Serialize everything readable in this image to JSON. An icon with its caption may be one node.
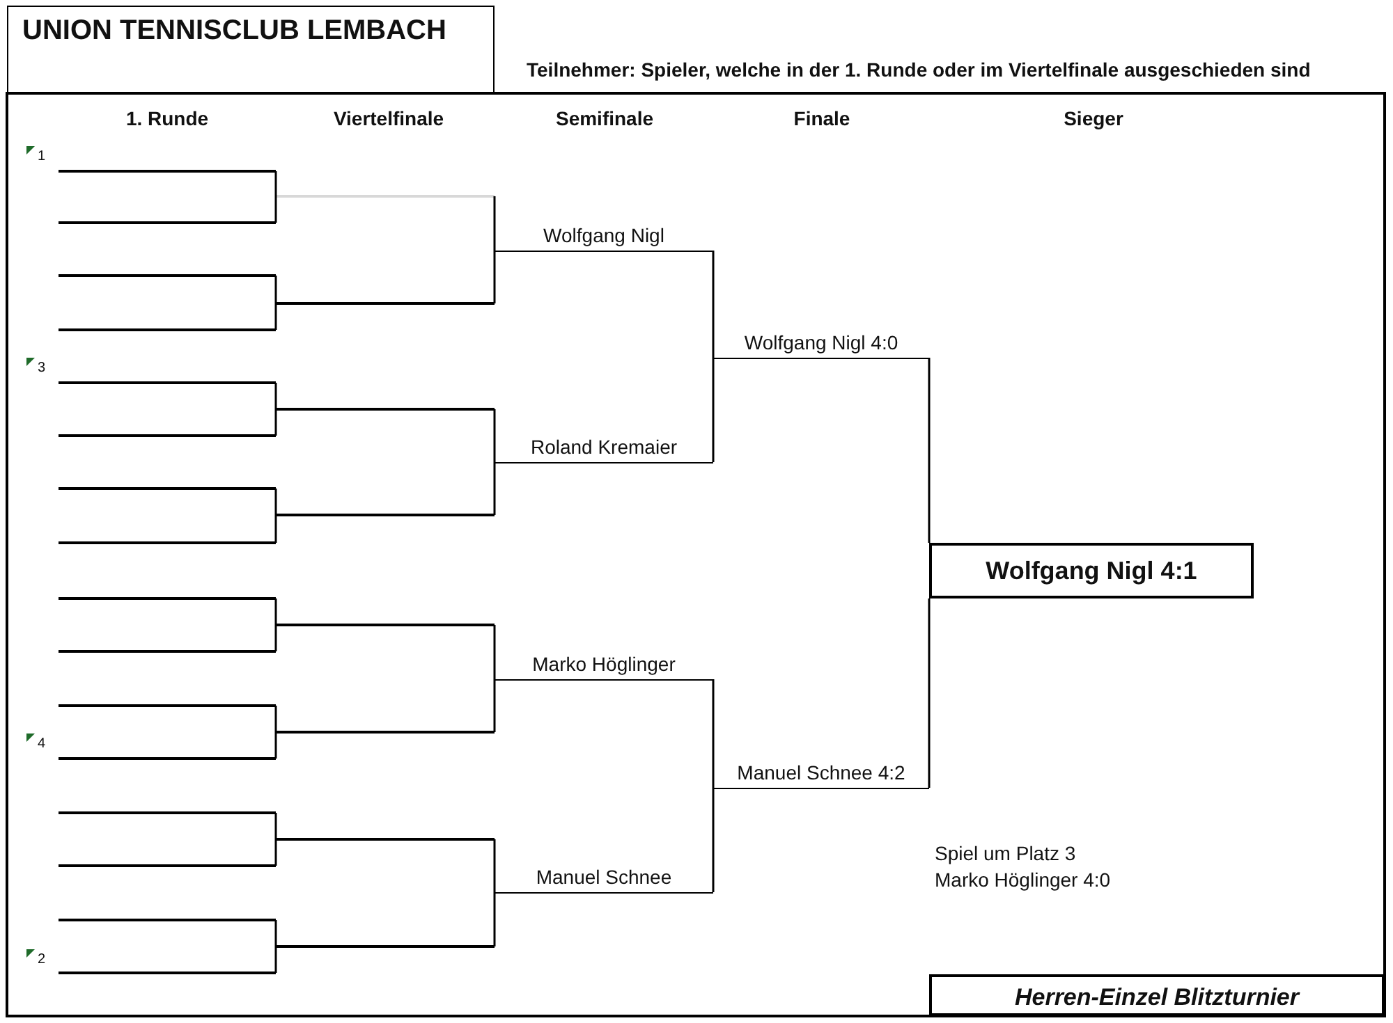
{
  "diagram": {
    "title": "UNION TENNISCLUB LEMBACH",
    "nodes": [
      {
        "text": [],
        "shape": "line"
      },
      {
        "text": [],
        "shape": "line"
      },
      {
        "text": [],
        "shape": "line"
      },
      {
        "text": [],
        "shape": "line"
      },
      {
        "text": [],
        "shape": "line"
      },
      {
        "text": [],
        "shape": "line"
      },
      {
        "text": [],
        "shape": "line"
      },
      {
        "text": [],
        "shape": "line"
      },
      {
        "text": [],
        "shape": "line"
      },
      {
        "text": [],
        "shape": "line"
      },
      {
        "text": [],
        "shape": "line"
      },
      {
        "text": [],
        "shape": "line"
      },
      {
        "text": [],
        "shape": "line"
      },
      {
        "text": [],
        "shape": "line"
      },
      {
        "text": [],
        "shape": "line"
      },
      {
        "text": [],
        "shape": "line"
      },
      {
        "text": [],
        "shape": "line"
      },
      {
        "text": [],
        "shape": "line"
      },
      {
        "text": [],
        "shape": "line"
      },
      {
        "text": [],
        "shape": "line"
      },
      {
        "text": [],
        "shape": "line"
      },
      {
        "text": [],
        "shape": "line"
      },
      {
        "text": [],
        "shape": "line"
      },
      {
        "text": [],
        "shape": "line"
      },
      {
        "text": [
          "Wolfgang Nigl"
        ]
      },
      {
        "text": [
          "Roland Kremaier"
        ]
      },
      {
        "text": [
          "Marko Höglinger"
        ]
      },
      {
        "text": [
          "Manuel Schnee"
        ]
      },
      {
        "text": [
          "Wolfgang Nigl 4:0"
        ]
      },
      {
        "text": [
          "Manuel Schnee 4:2"
        ]
      },
      {
        "text": [
          "Wolfgang Nigl 4:1"
        ]
      },
      {
        "text": [
          "Herren-Einzel Blitzturnier"
        ]
      }
    ],
    "edges": [
      {
        "from": 0,
        "to": 16,
        "arrow": "none"
      },
      {
        "from": 1,
        "to": 16,
        "arrow": "none"
      },
      {
        "from": 2,
        "to": 17,
        "arrow": "none"
      },
      {
        "from": 3,
        "to": 17,
        "arrow": "none"
      },
      {
        "from": 4,
        "to": 18,
        "arrow": "none"
      },
      {
        "from": 5,
        "to": 18,
        "arrow": "none"
      },
      {
        "from": 6,
        "to": 19,
        "arrow": "none"
      },
      {
        "from": 7,
        "to": 19,
        "arrow": "none"
      },
      {
        "from": 8,
        "to": 20,
        "arrow": "none"
      },
      {
        "from": 9,
        "to": 20,
        "arrow": "none"
      },
      {
        "from": 10,
        "to": 21,
        "arrow": "none"
      },
      {
        "from": 11,
        "to": 21,
        "arrow": "none"
      },
      {
        "from": 12,
        "to": 22,
        "arrow": "none"
      },
      {
        "from": 13,
        "to": 22,
        "arrow": "none"
      },
      {
        "from": 14,
        "to": 23,
        "arrow": "none"
      },
      {
        "from": 15,
        "to": 23,
        "arrow": "none"
      },
      {
        "from": 16,
        "to": 24,
        "arrow": "none"
      },
      {
        "from": 17,
        "to": 24,
        "arrow": "none"
      },
      {
        "from": 18,
        "to": 25,
        "arrow": "none"
      },
      {
        "from": 19,
        "to": 25,
        "arrow": "none"
      },
      {
        "from": 20,
        "to": 26,
        "arrow": "none"
      },
      {
        "from": 21,
        "to": 26,
        "arrow": "none"
      },
      {
        "from": 22,
        "to": 27,
        "arrow": "none"
      },
      {
        "from": 23,
        "to": 27,
        "arrow": "none"
      },
      {
        "from": 24,
        "to": 28,
        "arrow": "none"
      },
      {
        "from": 25,
        "to": 28,
        "arrow": "none"
      },
      {
        "from": 26,
        "to": 29,
        "arrow": "none"
      },
      {
        "from": 27,
        "to": 29,
        "arrow": "none"
      },
      {
        "from": 28,
        "to": 30,
        "arrow": "none"
      },
      {
        "from": 29,
        "to": 30,
        "arrow": "none"
      }
    ],
    "labels": [
      "Teilnehmer: Spieler, welche in der 1. Runde oder im Viertelfinale ausgeschieden sind",
      "1. Runde",
      "Viertelfinale",
      "Semifinale",
      "Finale",
      "Sieger",
      "1",
      "3",
      "4",
      "2",
      "Spiel um Platz 3",
      "Marko Höglinger 4:0"
    ]
  }
}
